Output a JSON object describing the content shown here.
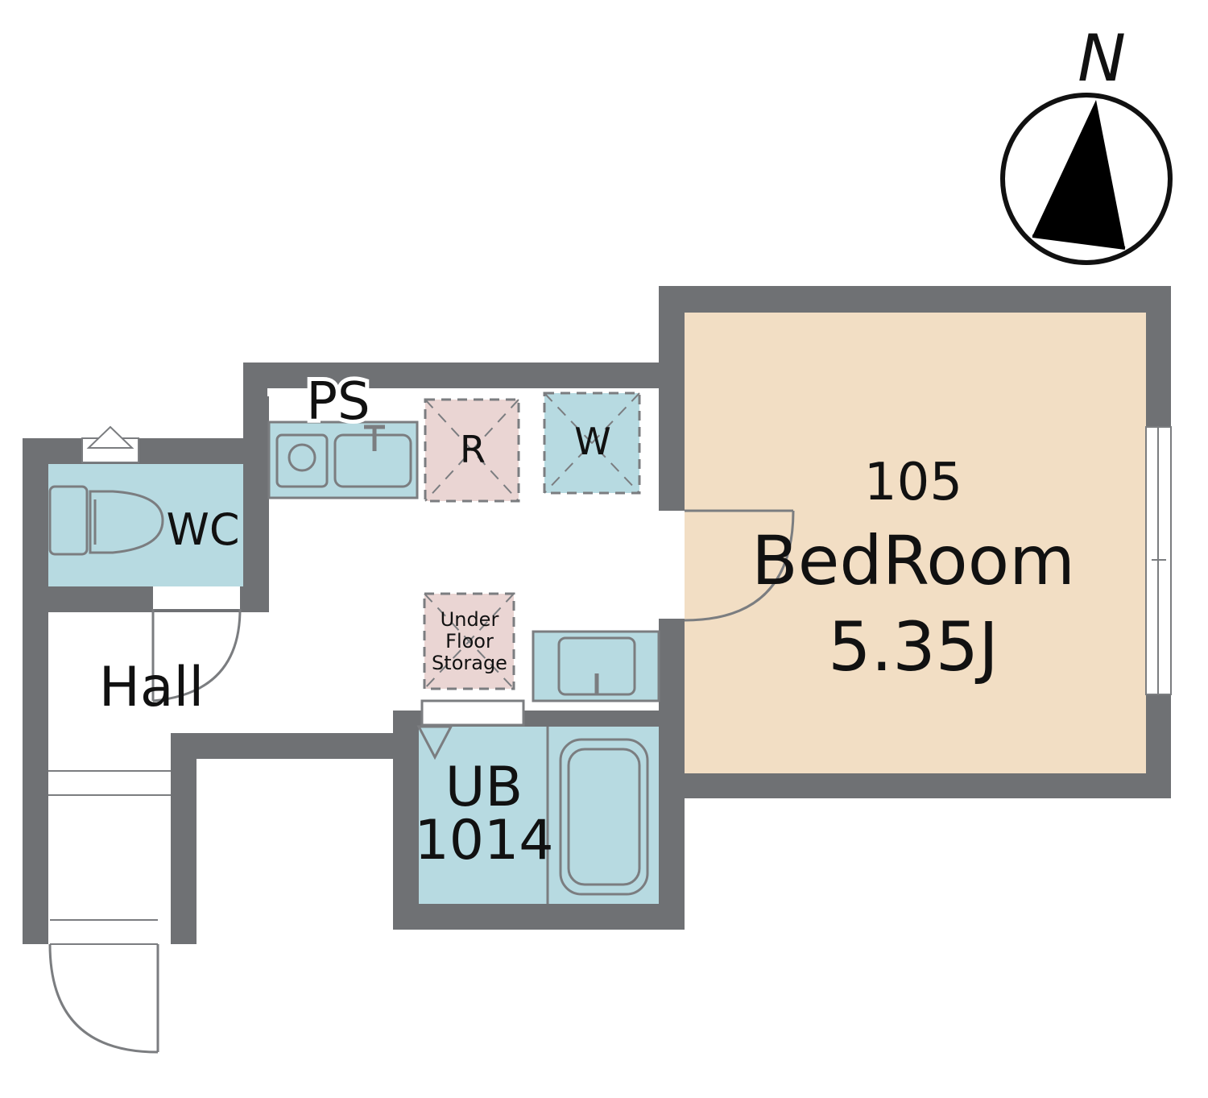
{
  "compass": {
    "label": "N"
  },
  "rooms": {
    "bedroom": {
      "number": "105",
      "name": "BedRoom",
      "size": "5.35J"
    },
    "wc": {
      "label": "WC"
    },
    "hall": {
      "label": "Hall"
    },
    "ps": {
      "label": "PS"
    },
    "refrigerator": {
      "label": "R"
    },
    "washer": {
      "label": "W"
    },
    "under_floor_storage": {
      "line1": "Under",
      "line2": "Floor",
      "line3": "Storage"
    },
    "unit_bath": {
      "line1": "UB",
      "line2": "1014"
    }
  },
  "colors": {
    "wall": "#6f7174",
    "wet_area": "#b7dae1",
    "bedroom": "#f2dec4",
    "storage": "#ead5d3"
  }
}
